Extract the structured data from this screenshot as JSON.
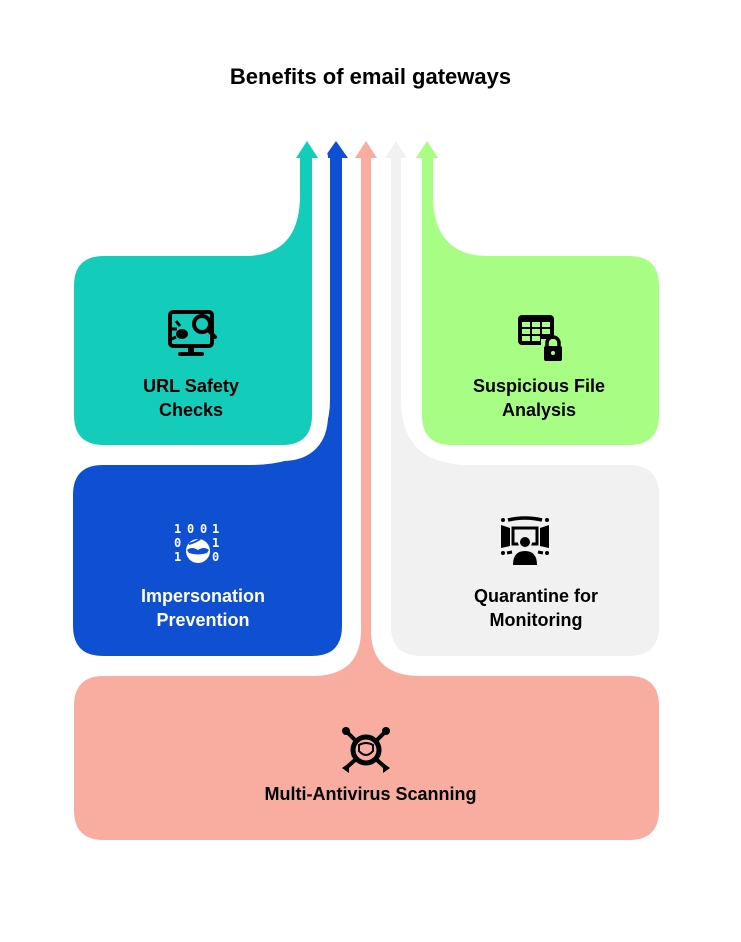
{
  "title": "Benefits of email gateways",
  "colors": {
    "teal": "#13CCBA",
    "blue": "#0F4FD1",
    "salmon": "#F8ADA0",
    "gray": "#F1F1F1",
    "green": "#A8FE85",
    "text_dark": "#000000",
    "text_light": "#FFFFFF"
  },
  "items": [
    {
      "key": "url",
      "label_line1": "URL Safety",
      "label_line2": "Checks",
      "icon": "monitor-bug-search-icon"
    },
    {
      "key": "impersonation",
      "label_line1": "Impersonation",
      "label_line2": "Prevention",
      "icon": "binary-masked-face-icon"
    },
    {
      "key": "antivirus",
      "label_line1": "Multi-Antivirus Scanning",
      "label_line2": "",
      "icon": "virus-shield-arrows-icon"
    },
    {
      "key": "quarantine",
      "label_line1": "Quarantine for",
      "label_line2": "Monitoring",
      "icon": "monitoring-room-person-icon"
    },
    {
      "key": "suspicious",
      "label_line1": "Suspicious File",
      "label_line2": "Analysis",
      "icon": "spreadsheet-lock-icon"
    }
  ]
}
